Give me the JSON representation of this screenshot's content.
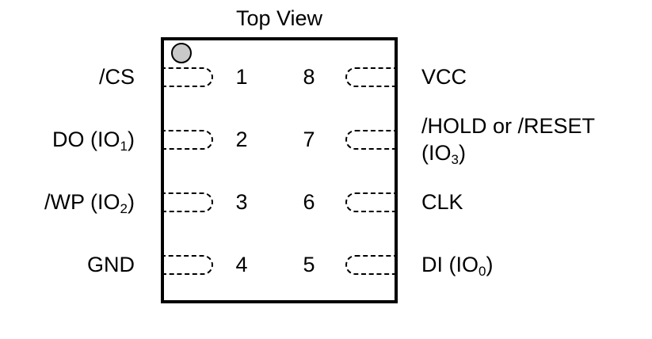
{
  "diagram": {
    "title": "Top View",
    "package": {
      "pin_count": 8,
      "pin1_indicator": "pin1-dot"
    },
    "colors": {
      "outline": "#000000",
      "pin1_dot_fill": "#c9c9c9",
      "background": "#ffffff"
    },
    "pins": [
      {
        "number": "1",
        "side": "left",
        "name": "/CS",
        "io": "",
        "second_line": ""
      },
      {
        "number": "2",
        "side": "left",
        "name": "DO (IO",
        "io": "1",
        "name_suffix": ")",
        "second_line": ""
      },
      {
        "number": "3",
        "side": "left",
        "name": "/WP (IO",
        "io": "2",
        "name_suffix": ")",
        "second_line": ""
      },
      {
        "number": "4",
        "side": "left",
        "name": "GND",
        "io": "",
        "second_line": ""
      },
      {
        "number": "8",
        "side": "right",
        "name": "VCC",
        "io": "",
        "second_line": ""
      },
      {
        "number": "7",
        "side": "right",
        "name": "/HOLD or /RESET",
        "io": "3",
        "second_line_prefix": "(IO",
        "second_line_suffix": ")"
      },
      {
        "number": "6",
        "side": "right",
        "name": "CLK",
        "io": "",
        "second_line": ""
      },
      {
        "number": "5",
        "side": "right",
        "name": "DI (IO",
        "io": "0",
        "name_suffix": ")",
        "second_line": ""
      }
    ]
  }
}
